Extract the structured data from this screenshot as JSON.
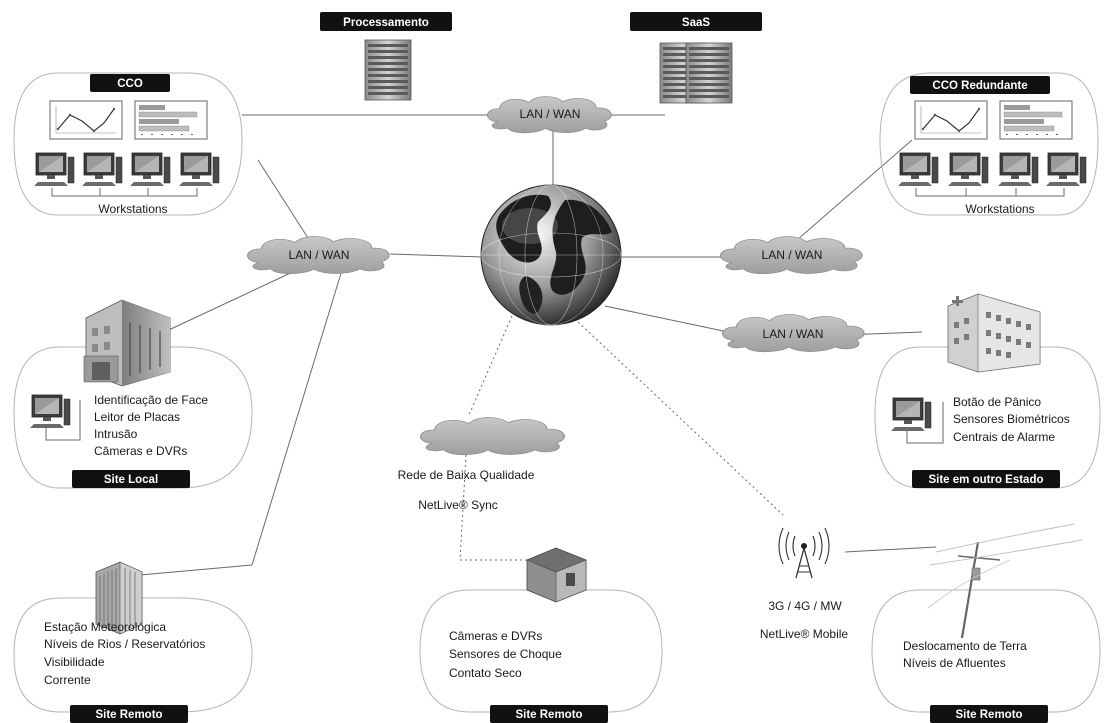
{
  "top_labels": {
    "processing": "Processamento",
    "saas": "SaaS"
  },
  "cco": {
    "title": "CCO",
    "footer": "Workstations"
  },
  "cco_redundante": {
    "title": "CCO Redundante",
    "footer": "Workstations"
  },
  "clouds": {
    "lan_top": "LAN / WAN",
    "lan_left": "LAN / WAN",
    "lan_right_1": "LAN / WAN",
    "lan_right_2": "LAN / WAN"
  },
  "site_local": {
    "title": "Site Local",
    "items": [
      "Identificação de Face",
      "Leitor de Placas",
      "Intrusão",
      "Câmeras e DVRs"
    ]
  },
  "site_outro_estado": {
    "title": "Site em outro Estado",
    "items": [
      "Botão de Pânico",
      "Sensores Biométricos",
      "Centrais de Alarme"
    ]
  },
  "low_quality": {
    "label": "Rede de Baixa  Qualidade",
    "sync": "NetLive® Sync"
  },
  "mobile": {
    "label": "3G / 4G / MW",
    "product": "NetLive® Mobile"
  },
  "site_remoto_1": {
    "title": "Site Remoto",
    "items": [
      "Estação Meteorológica",
      "Níveis de Rios / Reservatórios",
      "Visibilidade",
      "Corrente"
    ]
  },
  "site_remoto_2": {
    "title": "Site Remoto",
    "items": [
      "Câmeras e DVRs",
      "Sensores de Choque",
      "Contato Seco"
    ]
  },
  "site_remoto_3": {
    "title": "Site Remoto",
    "items": [
      "Deslocamento  de Terra",
      "Níveis de Afluentes"
    ]
  }
}
